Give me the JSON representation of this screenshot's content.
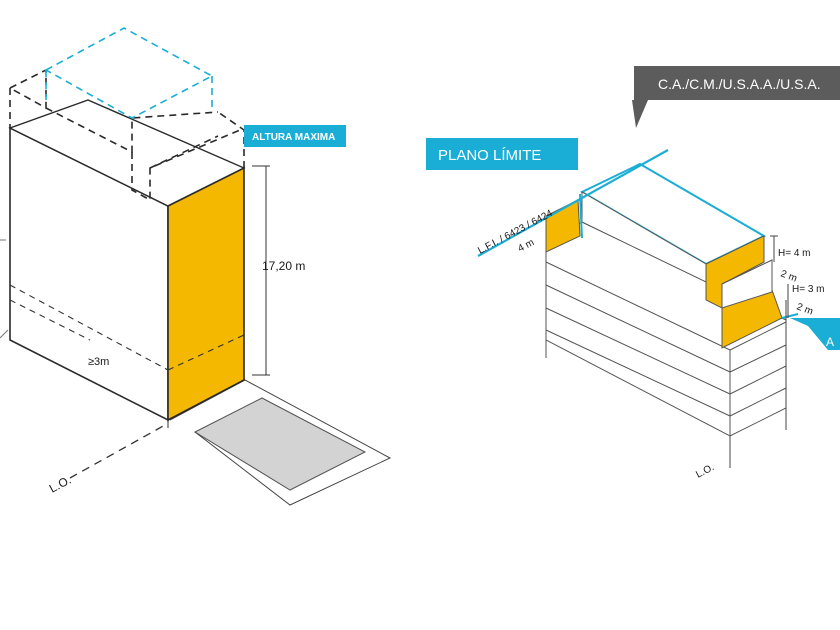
{
  "colors": {
    "accent_blue": "#1aaed6",
    "yellow": "#f5b800",
    "gray_tag": "#5c5c5c",
    "line": "#2a2a2a",
    "shadow": "#d3d3d3"
  },
  "left_diagram": {
    "tag_altura": "ALTURA MAXIMA",
    "height_label": "17,20 m",
    "setback_label": "≥3m",
    "lo_label": "L.O."
  },
  "right_diagram": {
    "tag_top": "C.A./C.M./U.S.A.A./U.S.A.",
    "tag_plano": "PLANO LÍMITE",
    "lfi_label": "L.F.I. / 6423 / 6424",
    "depth_label": "4 m",
    "h1_label": "H= 4 m",
    "s1_label": "2 m",
    "h2_label": "H= 3 m",
    "s2_label": "2 m",
    "cut_tag": "A",
    "lo_label": "L.O."
  }
}
